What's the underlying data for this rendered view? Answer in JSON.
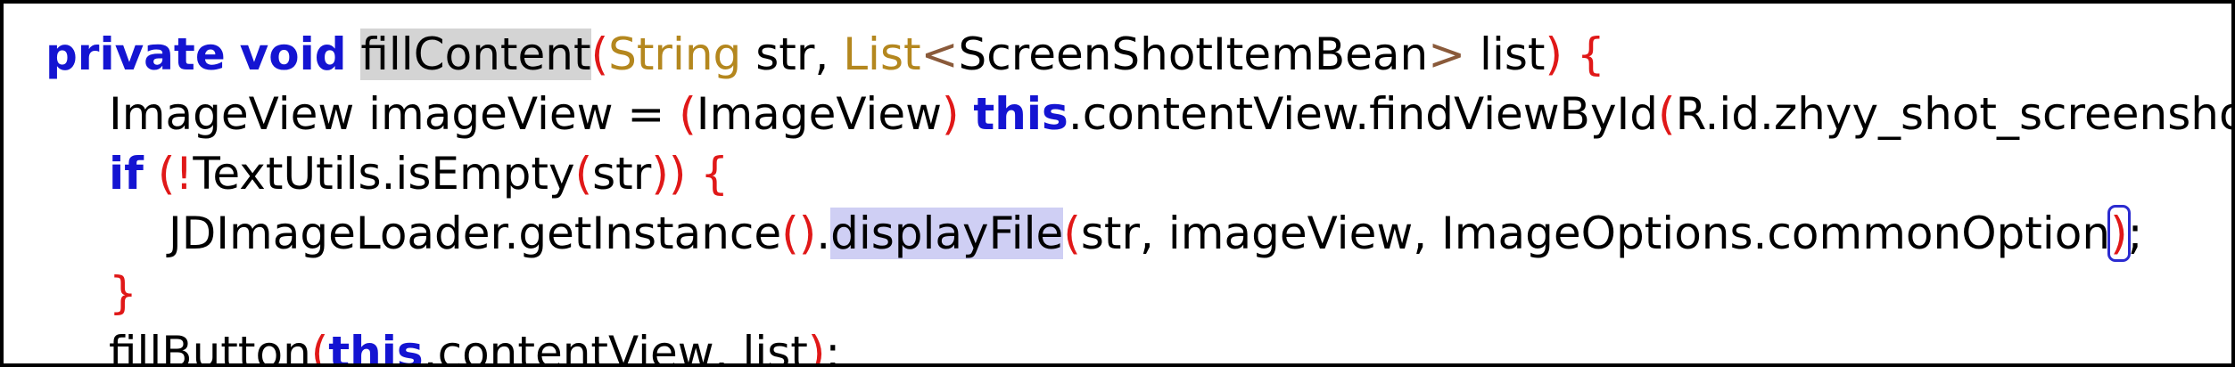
{
  "editor": {
    "lines": [
      {
        "tokens": [
          {
            "text": "private",
            "type": "keyword"
          },
          {
            "text": " ",
            "type": "plain"
          },
          {
            "text": "void",
            "type": "keyword"
          },
          {
            "text": " ",
            "type": "plain"
          },
          {
            "text": "fillContent",
            "type": "method-highlight"
          },
          {
            "text": "(",
            "type": "bracket"
          },
          {
            "text": "String",
            "type": "type"
          },
          {
            "text": " str, ",
            "type": "plain"
          },
          {
            "text": "List",
            "type": "type"
          },
          {
            "text": "<",
            "type": "angle"
          },
          {
            "text": "ScreenShotItemBean",
            "type": "plain"
          },
          {
            "text": ">",
            "type": "angle"
          },
          {
            "text": " list",
            "type": "plain"
          },
          {
            "text": ")",
            "type": "bracket"
          },
          {
            "text": " ",
            "type": "plain"
          },
          {
            "text": "{",
            "type": "bracket"
          }
        ]
      },
      {
        "tokens": [
          {
            "text": "ImageView imageView = ",
            "type": "plain"
          },
          {
            "text": "(",
            "type": "bracket"
          },
          {
            "text": "ImageView",
            "type": "plain"
          },
          {
            "text": ")",
            "type": "bracket"
          },
          {
            "text": " ",
            "type": "plain"
          },
          {
            "text": "this",
            "type": "keyword"
          },
          {
            "text": ".contentView.findViewById",
            "type": "plain"
          },
          {
            "text": "(",
            "type": "bracket"
          },
          {
            "text": "R.id.zhyy_shot_screenshot",
            "type": "plain"
          }
        ]
      },
      {
        "tokens": [
          {
            "text": "if",
            "type": "keyword"
          },
          {
            "text": " ",
            "type": "plain"
          },
          {
            "text": "(",
            "type": "bracket"
          },
          {
            "text": "!",
            "type": "bracket"
          },
          {
            "text": "TextUtils.isEmpty",
            "type": "plain"
          },
          {
            "text": "(",
            "type": "bracket"
          },
          {
            "text": "str",
            "type": "plain"
          },
          {
            "text": ")",
            "type": "bracket"
          },
          {
            "text": ")",
            "type": "bracket"
          },
          {
            "text": " ",
            "type": "plain"
          },
          {
            "text": "{",
            "type": "bracket"
          }
        ]
      },
      {
        "tokens": [
          {
            "text": "JDImageLoader.getInstance",
            "type": "plain"
          },
          {
            "text": "()",
            "type": "bracket"
          },
          {
            "text": ".",
            "type": "plain"
          },
          {
            "text": "displayFile",
            "type": "method-highlight-blue"
          },
          {
            "text": "(",
            "type": "bracket"
          },
          {
            "text": "str, imageView, ImageOptions.commonOption",
            "type": "plain"
          },
          {
            "text": ")",
            "type": "bracket-caret"
          },
          {
            "text": ";",
            "type": "plain"
          }
        ]
      },
      {
        "tokens": [
          {
            "text": "}",
            "type": "bracket"
          }
        ]
      },
      {
        "tokens": [
          {
            "text": "fillButton",
            "type": "plain"
          },
          {
            "text": "(",
            "type": "bracket"
          },
          {
            "text": "this",
            "type": "keyword"
          },
          {
            "text": ".contentView, list",
            "type": "plain"
          },
          {
            "text": ")",
            "type": "bracket"
          },
          {
            "text": ";",
            "type": "plain"
          }
        ]
      }
    ]
  },
  "colors": {
    "keyword": "#1414d2",
    "type": "#b4871e",
    "bracket": "#e01818",
    "angle": "#8a5a3a",
    "highlight_gray": "#d4d4d4",
    "highlight_blue": "#cfcff4",
    "caret_outline": "#2b2bd0"
  }
}
